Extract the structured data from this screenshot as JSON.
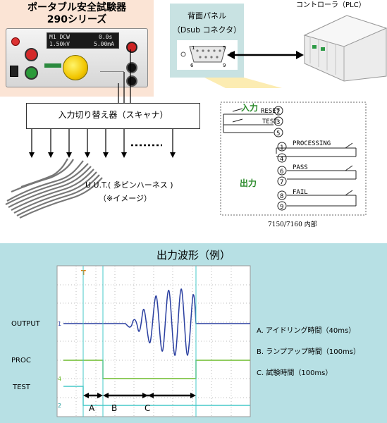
{
  "tester": {
    "title": "ポータブル安全試験器",
    "model": "290シリーズ",
    "lcd_line1_left": "M1  DCW",
    "lcd_line1_right": "0.0s",
    "lcd_line2_left": "1.50kV",
    "lcd_line2_right": "5.00mA"
  },
  "dsub": {
    "title": "背面パネル",
    "subtitle": "（Dsub コネクタ）",
    "pins": [
      "1",
      "5",
      "6",
      "9"
    ]
  },
  "plc": {
    "title": "コントローラ（PLC）"
  },
  "scanner": {
    "label": "入力切り替え器（スキャナ）"
  },
  "uut": {
    "label": "U.U.T.( 多ピンハーネス )",
    "note": "（※イメージ）"
  },
  "internal": {
    "input_title": "入力",
    "output_title": "出力",
    "reset": "RESET",
    "test": "TEST",
    "processing": "PROCESSING",
    "pass": "PASS",
    "fail": "FAIL",
    "pins": [
      "2",
      "3",
      "5",
      "1",
      "4",
      "6",
      "7",
      "8",
      "9"
    ],
    "caption": "7150/7160 内部"
  },
  "waveform": {
    "title": "出力波形（例）",
    "channels": [
      "OUTPUT",
      "PROC",
      "TEST"
    ],
    "marker": "T",
    "ch_markers": [
      "1",
      "4",
      "2"
    ],
    "phases": [
      "A",
      "B",
      "C"
    ],
    "legend": [
      "A. アイドリング時間（40ms）",
      "B. ランプアップ時間（100ms）",
      "C. 試験時間（100ms）"
    ],
    "colors": {
      "output": "#2a3fa0",
      "proc": "#6dbb2c",
      "test": "#46c9c9"
    }
  }
}
